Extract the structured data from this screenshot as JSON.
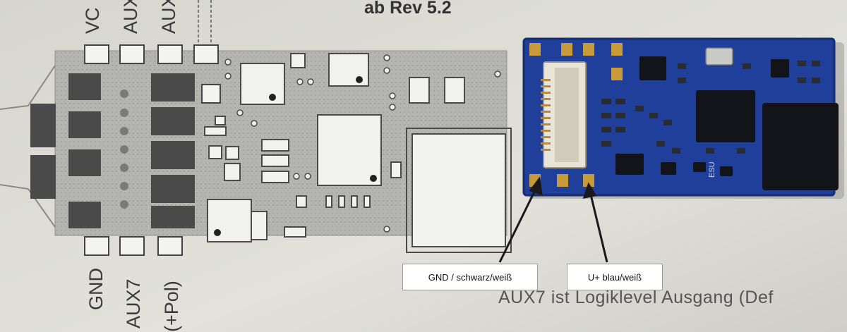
{
  "header": {
    "revision_text": "ab Rev 5.2"
  },
  "schematic": {
    "top_pin_labels": [
      "VC",
      "AUX",
      "AUX"
    ],
    "bottom_pin_labels": [
      "GND",
      "AUX7",
      "(+Pol)"
    ],
    "body_text": "AUX7 ist Logiklevel Ausgang (Def"
  },
  "board": {
    "chip_marking": "ESU",
    "color": "#1f3f9a"
  },
  "callouts": {
    "gnd": "GND / schwarz/weiß",
    "uplus": "U+ blau/weiß"
  }
}
